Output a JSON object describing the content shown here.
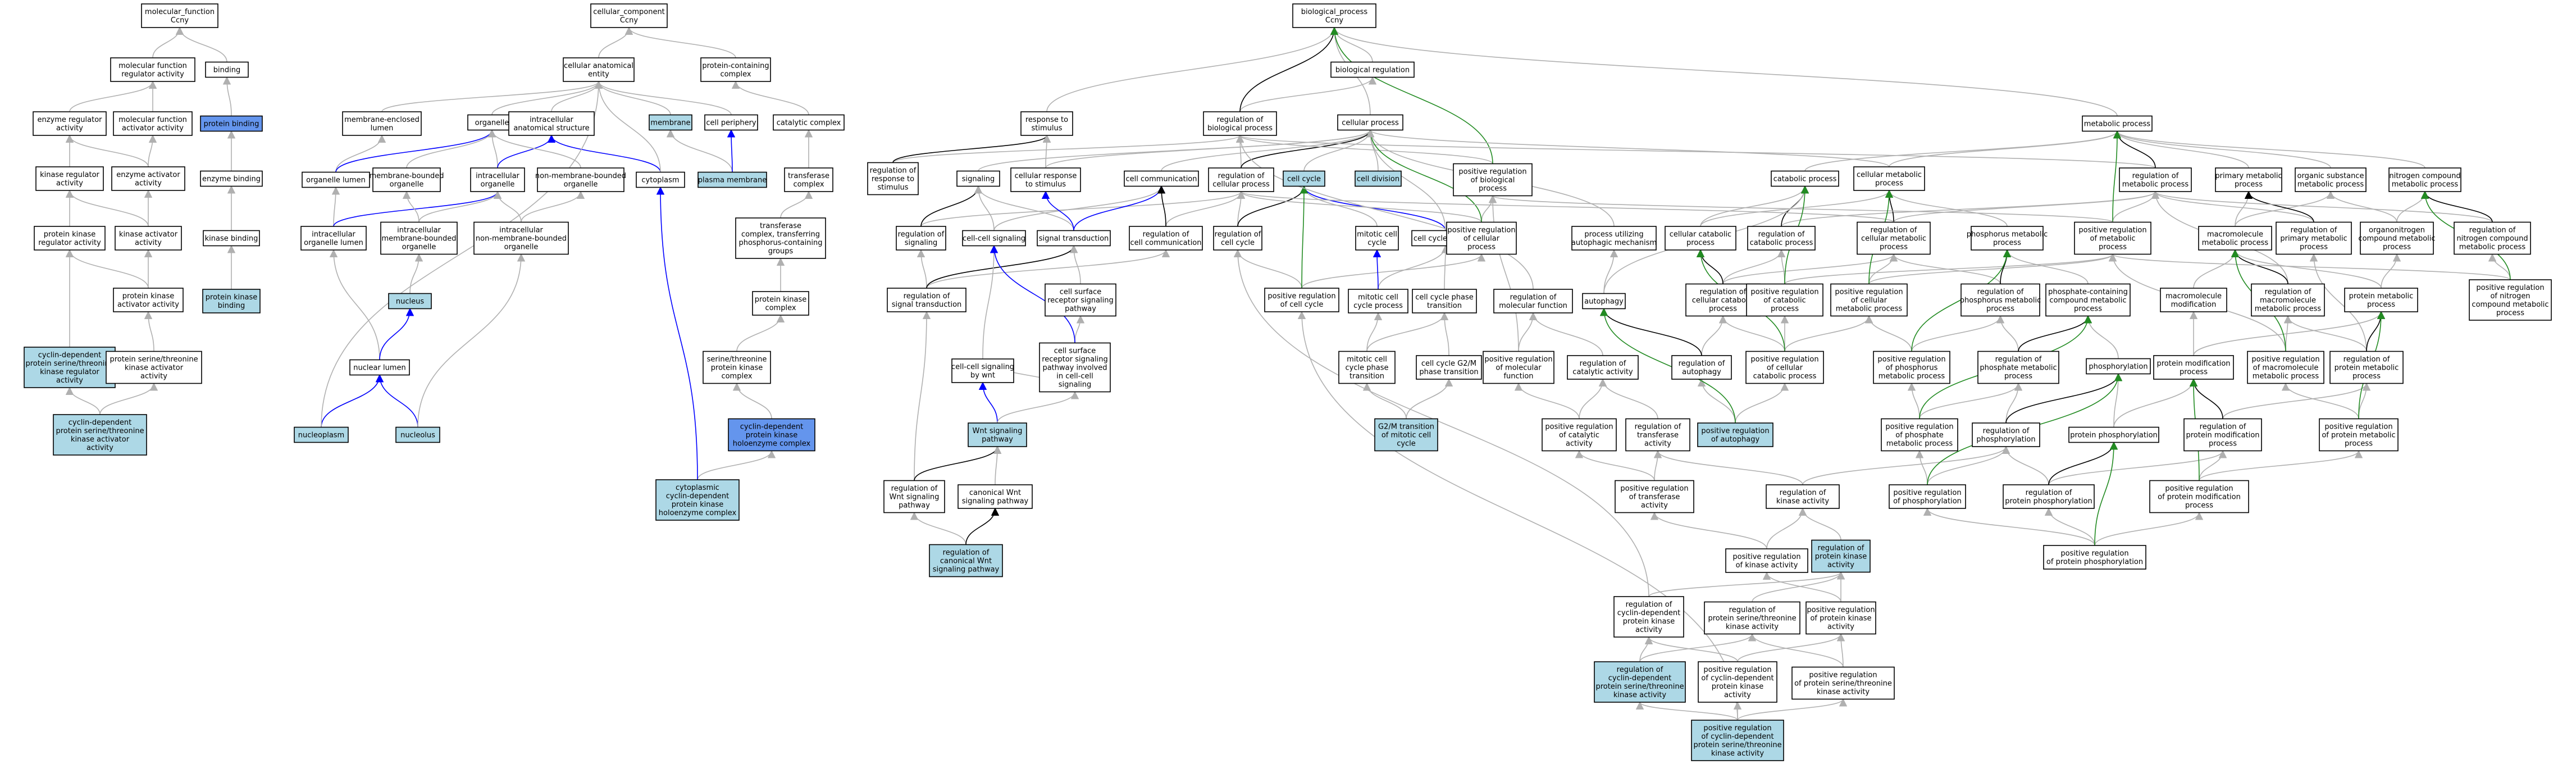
{
  "colors": {
    "default_fill": "#ffffff",
    "highlight_fill": "#add8e6",
    "strong_fill": "#6495ed",
    "is_a_edge": "#b0b0b0",
    "part_of_edge": "#0000ff",
    "regulates_edge": "#000000",
    "positively_regulates_edge": "#228b22"
  },
  "nodes": {
    "mf": [
      "molecular_function",
      "Ccny"
    ],
    "cc": [
      "cellular_component",
      "Ccny"
    ],
    "bp": [
      "biological_process",
      "Ccny"
    ],
    "mf_reg": [
      "molecular function",
      "regulator activity"
    ],
    "binding": [
      "binding"
    ],
    "enz_reg": [
      "enzyme regulator",
      "activity"
    ],
    "mf_act": [
      "molecular function",
      "activator activity"
    ],
    "prot_bind": [
      "protein binding"
    ],
    "kin_reg": [
      "kinase regulator",
      "activity"
    ],
    "enz_act": [
      "enzyme activator",
      "activity"
    ],
    "enz_bind": [
      "enzyme binding"
    ],
    "pk_reg": [
      "protein kinase",
      "regulator activity"
    ],
    "kin_act": [
      "kinase activator",
      "activity"
    ],
    "kin_bind": [
      "kinase binding"
    ],
    "pk_bind": [
      "protein kinase",
      "binding"
    ],
    "pk_act": [
      "protein kinase",
      "activator activity"
    ],
    "cdk_reg": [
      "cyclin-dependent",
      "protein serine/threonine",
      "kinase regulator",
      "activity"
    ],
    "pst_act": [
      "protein serine/threonine",
      "kinase activator",
      "activity"
    ],
    "cdk_act": [
      "cyclin-dependent",
      "protein serine/threonine",
      "kinase activator",
      "activity"
    ],
    "cae": [
      "cellular anatomical",
      "entity"
    ],
    "pcc": [
      "protein-containing",
      "complex"
    ],
    "mel": [
      "membrane-enclosed",
      "lumen"
    ],
    "organelle": [
      "organelle"
    ],
    "ias": [
      "intracellular",
      "anatomical structure"
    ],
    "membrane": [
      "membrane"
    ],
    "periphery": [
      "cell periphery"
    ],
    "cat_cx": [
      "catalytic complex"
    ],
    "org_lumen": [
      "organelle lumen"
    ],
    "mbo": [
      "membrane-bounded",
      "organelle"
    ],
    "icorg": [
      "intracellular",
      "organelle"
    ],
    "nmbo": [
      "non-membrane-bounded",
      "organelle"
    ],
    "cytoplasm": [
      "cytoplasm"
    ],
    "pm": [
      "plasma membrane"
    ],
    "transf_cx": [
      "transferase",
      "complex"
    ],
    "ic_lumen": [
      "intracellular",
      "organelle lumen"
    ],
    "ic_mbo": [
      "intracellular",
      "membrane-bounded",
      "organelle"
    ],
    "ic_nmbo": [
      "intracellular",
      "non-membrane-bounded",
      "organelle"
    ],
    "tc_phos": [
      "transferase",
      "complex, transferring",
      "phosphorus-containing",
      "groups"
    ],
    "nucleus": [
      "nucleus"
    ],
    "pk_cx": [
      "protein kinase",
      "complex"
    ],
    "nuc_lumen": [
      "nuclear lumen"
    ],
    "st_cx": [
      "serine/threonine",
      "protein kinase",
      "complex"
    ],
    "nucleoplasm": [
      "nucleoplasm"
    ],
    "nucleolus": [
      "nucleolus"
    ],
    "cdk_holo": [
      "cyclin-dependent",
      "protein kinase",
      "holoenzyme complex"
    ],
    "cyto_cdk": [
      "cytoplasmic",
      "cyclin-dependent",
      "protein kinase",
      "holoenzyme complex"
    ],
    "bio_reg": [
      "biological regulation"
    ],
    "resp_stim": [
      "response to",
      "stimulus"
    ],
    "reg_bp": [
      "regulation of",
      "biological process"
    ],
    "cell_proc": [
      "cellular process"
    ],
    "met_proc": [
      "metabolic process"
    ],
    "reg_resp": [
      "regulation of",
      "response to",
      "stimulus"
    ],
    "signaling": [
      "signaling"
    ],
    "cell_resp": [
      "cellular response",
      "to stimulus"
    ],
    "cell_comm": [
      "cell communication"
    ],
    "reg_cp": [
      "regulation of",
      "cellular process"
    ],
    "cell_cycle": [
      "cell cycle"
    ],
    "cell_div": [
      "cell division"
    ],
    "pos_bp": [
      "positive regulation",
      "of biological",
      "process"
    ],
    "catab": [
      "catabolic process"
    ],
    "cell_met": [
      "cellular metabolic",
      "process"
    ],
    "reg_met": [
      "regulation of",
      "metabolic process"
    ],
    "prim_met": [
      "primary metabolic",
      "process"
    ],
    "org_met": [
      "organic substance",
      "metabolic process"
    ],
    "nitro_met": [
      "nitrogen compound",
      "metabolic process"
    ],
    "reg_sig": [
      "regulation of",
      "signaling"
    ],
    "cc_sig": [
      "cell-cell signaling"
    ],
    "sig_trans": [
      "signal transduction"
    ],
    "reg_comm": [
      "regulation of",
      "cell communication"
    ],
    "reg_cc": [
      "regulation of",
      "cell cycle"
    ],
    "mitotic_cc": [
      "mitotic cell",
      "cycle"
    ],
    "cc_proc": [
      "cell cycle process"
    ],
    "pos_cp": [
      "positive regulation",
      "of cellular",
      "process"
    ],
    "autoph_mech": [
      "process utilizing",
      "autophagic mechanism"
    ],
    "cell_catab": [
      "cellular catabolic",
      "process"
    ],
    "reg_catab": [
      "regulation of",
      "catabolic process"
    ],
    "reg_cell_met": [
      "regulation of",
      "cellular metabolic",
      "process"
    ],
    "phos_met": [
      "phosphorus metabolic",
      "process"
    ],
    "pos_met": [
      "positive regulation",
      "of metabolic",
      "process"
    ],
    "macro_met": [
      "macromolecule",
      "metabolic process"
    ],
    "reg_prim": [
      "regulation of",
      "primary metabolic",
      "process"
    ],
    "orgN_met": [
      "organonitrogen",
      "compound metabolic",
      "process"
    ],
    "reg_nitro": [
      "regulation of",
      "nitrogen compound",
      "metabolic process"
    ],
    "reg_st": [
      "regulation of",
      "signal transduction"
    ],
    "csr_path": [
      "cell surface",
      "receptor signaling",
      "pathway"
    ],
    "pos_cyc": [
      "positive regulation",
      "of cell cycle"
    ],
    "mit_proc": [
      "mitotic cell",
      "cycle process"
    ],
    "cc_trans": [
      "cell cycle phase",
      "transition"
    ],
    "reg_mf": [
      "regulation of",
      "molecular function"
    ],
    "autophagy": [
      "autophagy"
    ],
    "reg_cell_catab": [
      "regulation of",
      "cellular catabolic",
      "process"
    ],
    "pos_catab": [
      "positive regulation",
      "of catabolic",
      "process"
    ],
    "pos_cell_met": [
      "positive regulation",
      "of cellular",
      "metabolic process"
    ],
    "reg_phos_met": [
      "regulation of",
      "phosphorus metabolic",
      "process"
    ],
    "phosc_met": [
      "phosphate-containing",
      "compound metabolic",
      "process"
    ],
    "macro_mod": [
      "macromolecule",
      "modification"
    ],
    "reg_macro": [
      "regulation of",
      "macromolecule",
      "metabolic process"
    ],
    "prot_met": [
      "protein metabolic",
      "process"
    ],
    "pos_nitro": [
      "positive regulation",
      "of nitrogen",
      "compound metabolic",
      "process"
    ],
    "ccs_wnt": [
      "cell-cell signaling",
      "by wnt"
    ],
    "csr_wnt": [
      "cell surface",
      "receptor signaling",
      "pathway involved",
      "in cell-cell",
      "signaling"
    ],
    "mit_trans": [
      "mitotic cell",
      "cycle phase",
      "transition"
    ],
    "g2m_trans": [
      "cell cycle G2/M",
      "phase transition"
    ],
    "pos_mf": [
      "positive regulation",
      "of molecular",
      "function"
    ],
    "reg_cat": [
      "regulation of",
      "catalytic activity"
    ],
    "reg_autoph": [
      "regulation of",
      "autophagy"
    ],
    "pos_cell_catab": [
      "positive regulation",
      "of cellular",
      "catabolic process"
    ],
    "pos_phos_met": [
      "positive regulation",
      "of phosphorus",
      "metabolic process"
    ],
    "reg_phosc": [
      "regulation of",
      "phosphate metabolic",
      "process"
    ],
    "phosphorylation": [
      "phosphorylation"
    ],
    "prot_mod": [
      "protein modification",
      "process"
    ],
    "pos_macro": [
      "positive regulation",
      "of macromolecule",
      "metabolic process"
    ],
    "reg_prot_met": [
      "regulation of",
      "protein metabolic",
      "process"
    ],
    "wnt_path": [
      "Wnt signaling",
      "pathway"
    ],
    "g2m_mit": [
      "G2/M transition",
      "of mitotic cell",
      "cycle"
    ],
    "pos_cat": [
      "positive regulation",
      "of catalytic",
      "activity"
    ],
    "reg_transf": [
      "regulation of",
      "transferase",
      "activity"
    ],
    "pos_autoph": [
      "positive regulation",
      "of autophagy"
    ],
    "pos_phosc": [
      "positive regulation",
      "of phosphate",
      "metabolic process"
    ],
    "reg_phosph": [
      "regulation of",
      "phosphorylation"
    ],
    "prot_phos": [
      "protein phosphorylation"
    ],
    "reg_pmp": [
      "regulation of",
      "protein modification",
      "process"
    ],
    "pos_prot_met": [
      "positive regulation",
      "of protein metabolic",
      "process"
    ],
    "reg_wnt": [
      "regulation of",
      "Wnt signaling",
      "pathway"
    ],
    "can_wnt": [
      "canonical Wnt",
      "signaling pathway"
    ],
    "pos_transf": [
      "positive regulation",
      "of transferase",
      "activity"
    ],
    "reg_kin": [
      "regulation of",
      "kinase activity"
    ],
    "pos_phosph": [
      "positive regulation",
      "of phosphorylation"
    ],
    "reg_pphos": [
      "regulation of",
      "protein phosphorylation"
    ],
    "pos_pmp": [
      "positive regulation",
      "of protein modification",
      "process"
    ],
    "reg_can_wnt": [
      "regulation of",
      "canonical Wnt",
      "signaling pathway"
    ],
    "pos_kin": [
      "positive regulation",
      "of kinase activity"
    ],
    "reg_pk": [
      "regulation of",
      "protein kinase",
      "activity"
    ],
    "pos_pphos": [
      "positive regulation",
      "of protein phosphorylation"
    ],
    "reg_cdk_pk": [
      "regulation of",
      "cyclin-dependent",
      "protein kinase",
      "activity"
    ],
    "reg_pst": [
      "regulation of",
      "protein serine/threonine",
      "kinase activity"
    ],
    "pos_pk": [
      "positive regulation",
      "of protein kinase",
      "activity"
    ],
    "reg_cdk_st": [
      "regulation of",
      "cyclin-dependent",
      "protein serine/threonine",
      "kinase activity"
    ],
    "pos_cdk_pk": [
      "positive regulation",
      "of cyclin-dependent",
      "protein kinase",
      "activity"
    ],
    "pos_pst": [
      "positive regulation",
      "of protein serine/threonine",
      "kinase activity"
    ],
    "pos_cdk_st": [
      "positive regulation",
      "of cyclin-dependent",
      "protein serine/threonine",
      "kinase activity"
    ]
  }
}
